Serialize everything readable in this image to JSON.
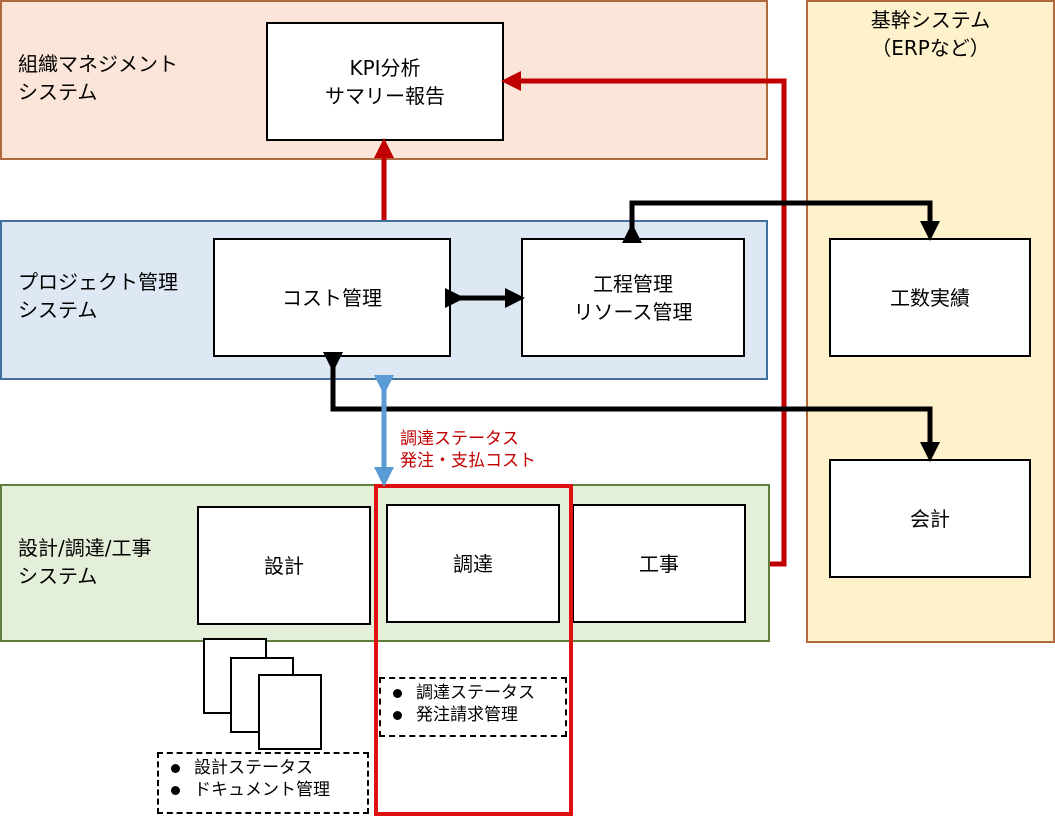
{
  "layers": {
    "org": {
      "title": "組織マネジメント\nシステム"
    },
    "pm": {
      "title": "プロジェクト管理\nシステム"
    },
    "dpc": {
      "title": "設計/調達/工事\nシステム"
    },
    "erp": {
      "title": "基幹システム\n（ERPなど）"
    }
  },
  "boxes": {
    "kpi": "KPI分析\nサマリー報告",
    "cost": "コスト管理",
    "schedule": "工程管理\nリソース管理",
    "manhours": "工数実績",
    "accounting": "会計",
    "design": "設計",
    "procurement": "調達",
    "construction": "工事"
  },
  "flow_label": "調達ステータス\n発注・支払コスト",
  "notes": {
    "procurement": [
      "調達ステータス",
      "発注請求管理"
    ],
    "design": [
      "設計ステータス",
      "ドキュメント管理"
    ]
  },
  "colors": {
    "red_flow": "#c00000",
    "blue_flow": "#5b9bd5",
    "black_flow": "#000000",
    "highlight": "#e01010"
  }
}
